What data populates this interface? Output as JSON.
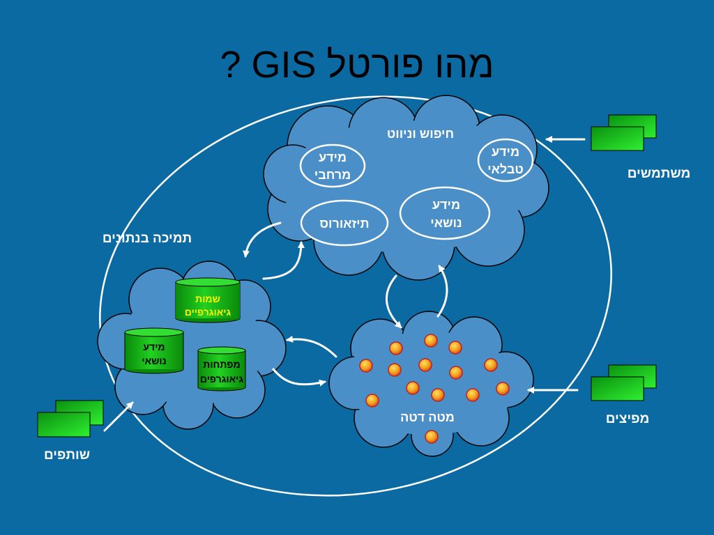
{
  "title": "מהו פורטל GIS ?",
  "clouds": {
    "search": {
      "label": "חיפוש וניווט",
      "bubbles": {
        "spatial": [
          "מידע",
          "מרחבי"
        ],
        "tabular": [
          "מידע",
          "טבלאי"
        ],
        "topical": [
          "מידע",
          "נושאי"
        ],
        "thesaurus": "תיזאורוס"
      }
    },
    "data_support": {
      "label": "תמיכה בנתונים",
      "cylinders": {
        "geo_names": [
          "שמות",
          "גיאוגרפיים"
        ],
        "topical": [
          "מידע",
          "נושאי"
        ],
        "geo_keys": [
          "מפתחות",
          "גיאוגרפים"
        ]
      }
    },
    "metadata": {
      "label": "מטה דטה"
    }
  },
  "actors": {
    "users": "משתמשים",
    "distributors": "מפיצים",
    "partners": "שותפים"
  },
  "colors": {
    "background": "#0b6aa2",
    "cloud_fill": "#4a8fc7",
    "cylinder": "#12b812",
    "node": "#f5a020",
    "actor_box": "#10c020"
  }
}
